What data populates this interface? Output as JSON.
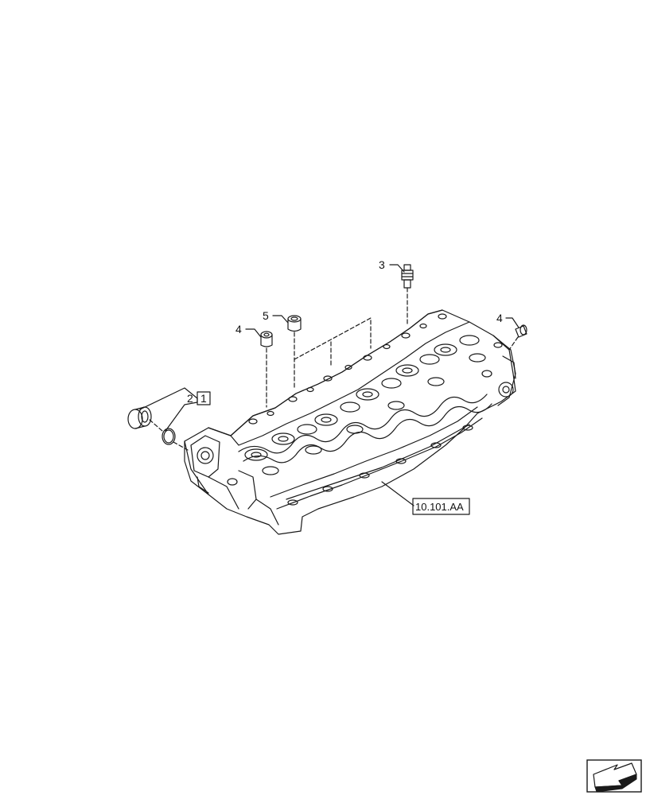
{
  "callouts": [
    {
      "id": "c2",
      "label": "2"
    },
    {
      "id": "c3",
      "label": "3"
    },
    {
      "id": "c4a",
      "label": "4"
    },
    {
      "id": "c4b",
      "label": "4"
    },
    {
      "id": "c5",
      "label": "5"
    }
  ],
  "kit_box_label": "1",
  "reference_label": "10.101.AA",
  "colors": {
    "line": "#1a1a1a",
    "background": "#ffffff"
  },
  "icons": {
    "navigation": "next-page-arrow-icon"
  }
}
